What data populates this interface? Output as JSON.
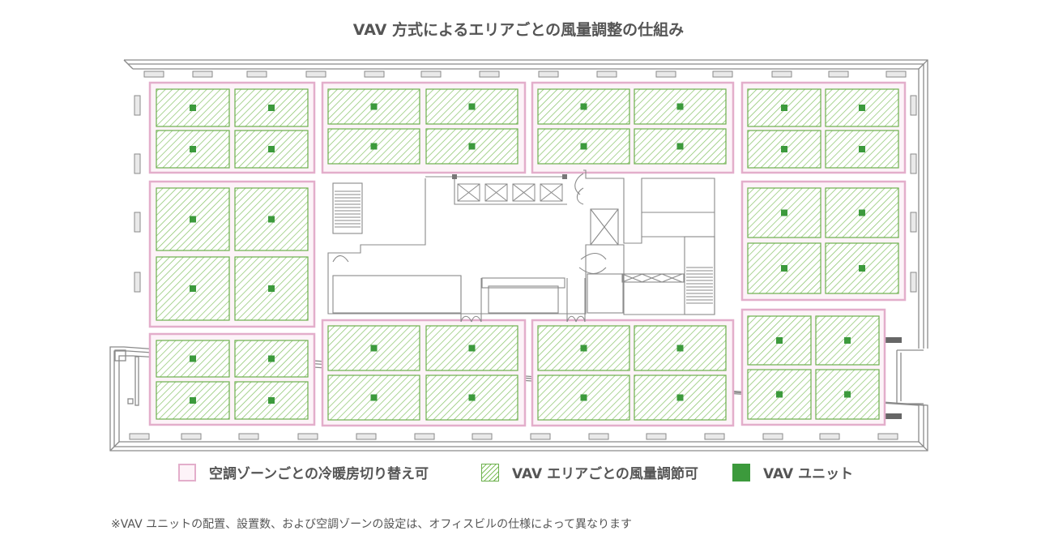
{
  "title": "VAV 方式によるエリアごとの風量調整の仕組み",
  "legend": {
    "zone": "空調ゾーンごとの冷暖房切り替え可",
    "area": "VAV エリアごとの風量調節可",
    "unit": "VAV ユニット"
  },
  "note": "※VAV ユニットの配置、設置数、および空調ゾーンの設定は、オフィスビルの仕様によって異なります",
  "colors": {
    "zone_border": "#e3aecb",
    "area_hatch": "#7fbf5c",
    "unit": "#3c9a3c",
    "wall": "#888888"
  }
}
